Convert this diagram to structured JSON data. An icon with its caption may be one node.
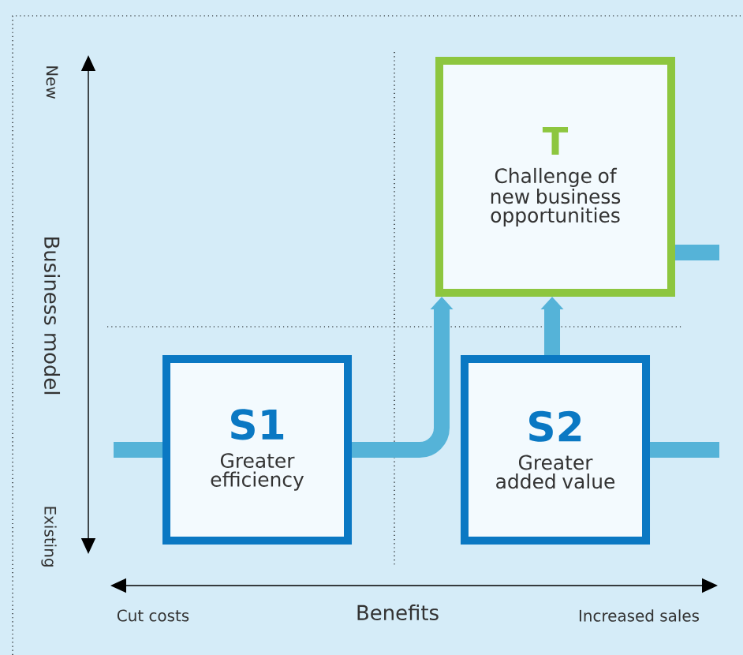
{
  "diagram": {
    "nodes": [
      {
        "text": [
          "S1",
          "Greater efficiency"
        ]
      },
      {
        "text": [
          "S2",
          "Greater added value"
        ]
      },
      {
        "text": [
          "T",
          "Challenge of new business opportunities"
        ]
      }
    ],
    "edges": [
      {
        "from": null,
        "to": 0,
        "arrow": "none"
      },
      {
        "from": 0,
        "to": 2,
        "arrow": "to"
      },
      {
        "from": 1,
        "to": 2,
        "arrow": "to"
      },
      {
        "from": 1,
        "to": null,
        "arrow": "none"
      },
      {
        "from": 2,
        "to": null,
        "arrow": "none"
      }
    ],
    "labels": [
      "New",
      "Business model",
      "Existing",
      "Cut costs",
      "Benefits",
      "Increased sales"
    ]
  }
}
